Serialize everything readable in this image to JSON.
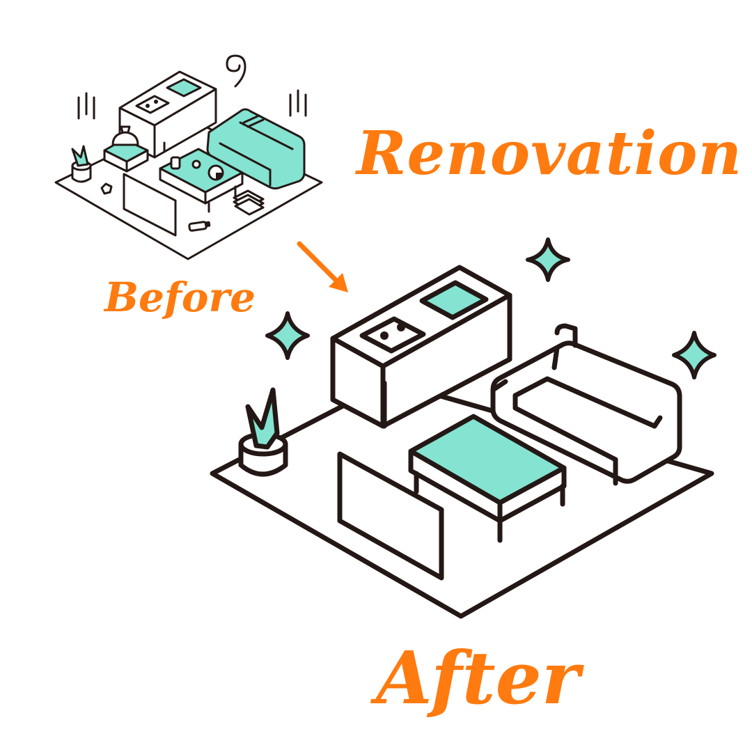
{
  "labels": {
    "title": "Renovation",
    "before": "Before",
    "after": "After"
  },
  "colors": {
    "accent": "#FF7A0F",
    "fill": "#84E3D1",
    "ink": "#231815",
    "background": "#FFFFFF"
  },
  "icons": {
    "arrow": "arrow-down-right-icon",
    "sparkle": "sparkle-icon",
    "dust": "dust-swirl-icon",
    "shake": "shake-lines-icon"
  }
}
